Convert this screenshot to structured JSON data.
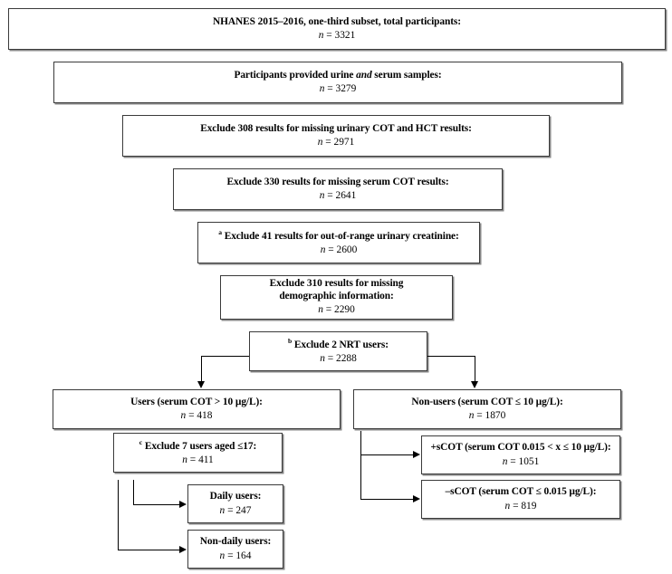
{
  "figure": {
    "type": "flowchart",
    "title": "NHANES participant selection flow diagram",
    "nodes": [
      {
        "id": "total",
        "label": "NHANES 2015–2016, one-third subset, total participants:",
        "n_label": "n",
        "eq": " = ",
        "n_value": "3321",
        "sup": ""
      },
      {
        "id": "samples",
        "label_pre": "Participants provided urine ",
        "label_ital": "and",
        "label_post": " serum samples:",
        "n_label": "n",
        "eq": " = ",
        "n_value": "3279",
        "sup": ""
      },
      {
        "id": "excl_urinary_cot_hct",
        "label": "Exclude 308 results for missing urinary COT and HCT results:",
        "n_label": "n",
        "eq": " =  ",
        "n_value": "2971",
        "sup": ""
      },
      {
        "id": "excl_serum_cot",
        "label": "Exclude 330 results for missing serum COT results:",
        "n_label": "n",
        "eq": " = ",
        "n_value": "2641",
        "sup": ""
      },
      {
        "id": "excl_creatinine",
        "label": "Exclude 41 results for out-of-range urinary creatinine:",
        "n_label": "n",
        "eq": " = ",
        "n_value": "2600",
        "sup": "a"
      },
      {
        "id": "excl_demographic",
        "label_line_a": "Exclude 310 results for missing",
        "label_line_b": "demographic information:",
        "n_label": "n",
        "eq": " = ",
        "n_value": "2290",
        "sup": ""
      },
      {
        "id": "excl_nrt",
        "label": "Exclude 2 NRT users:",
        "n_label": "n",
        "eq": " = ",
        "n_value": "2288",
        "sup": "b"
      },
      {
        "id": "users",
        "label": "Users (serum COT > 10 µg/L):",
        "n_label": "n",
        "eq": " = ",
        "n_value": "418",
        "sup": ""
      },
      {
        "id": "nonusers",
        "label": "Non-users (serum COT ≤ 10 µg/L):",
        "n_label": "n",
        "eq": " = ",
        "n_value": "1870",
        "sup": ""
      },
      {
        "id": "excl_age17",
        "label": "Exclude 7 users aged ≤17:",
        "n_label": "n",
        "eq": " = ",
        "n_value": "411",
        "sup": "c"
      },
      {
        "id": "daily_users",
        "label": "Daily users:",
        "n_label": "n",
        "eq": " = ",
        "n_value": "247",
        "sup": ""
      },
      {
        "id": "nondaily_users",
        "label": "Non-daily users:",
        "n_label": "n",
        "eq": " = ",
        "n_value": "164",
        "sup": ""
      },
      {
        "id": "pos_scot",
        "label": "+sCOT (serum COT 0.015 < x ≤ 10 µg/L):",
        "n_label": "n",
        "eq": " = ",
        "n_value": "1051",
        "sup": ""
      },
      {
        "id": "neg_scot",
        "label": "–sCOT (serum COT ≤ 0.015 µg/L):",
        "n_label": "n",
        "eq": " = ",
        "n_value": "819",
        "sup": ""
      }
    ],
    "colors": {
      "border": "#3a3a3a",
      "shadow": "#8a8a8a",
      "text": "#000000",
      "background": "#ffffff",
      "connector": "#000000"
    }
  }
}
